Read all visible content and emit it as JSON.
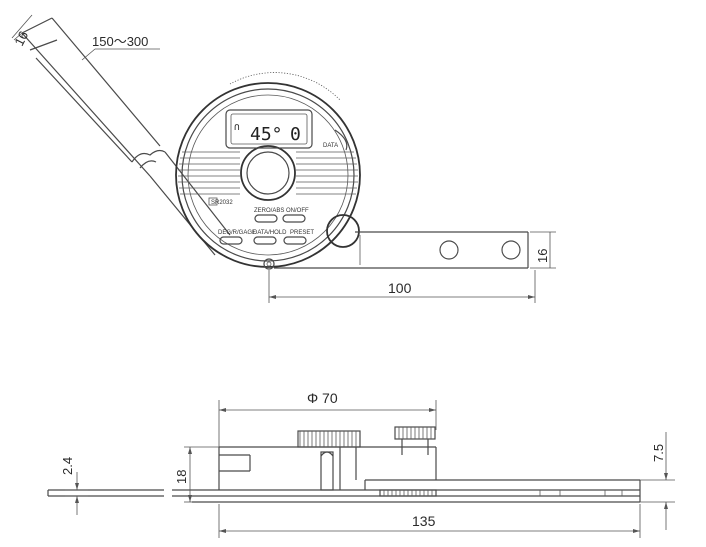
{
  "top_view": {
    "dim_blade_length": "150～300",
    "dim_blade_width": "16",
    "dim_base_length": "100",
    "dim_base_width": "16",
    "lcd_reading": "45°",
    "lcd_indicator": "∩",
    "lcd_digit": "0",
    "label_data": "DATA",
    "label_model": "SR2032",
    "label_zero": "ZERO/ABS",
    "label_onoff": "ON/OFF",
    "label_unit": "DEG/R/GAGE",
    "label_data_hold": "DATA/HOLD",
    "label_preset": "PRESET"
  },
  "side_view": {
    "dim_diameter": "Φ 70",
    "dim_thickness": "2.4",
    "dim_height": "18",
    "dim_right_height": "7.5",
    "dim_total_length": "135"
  }
}
